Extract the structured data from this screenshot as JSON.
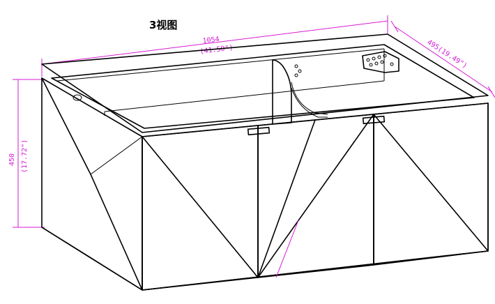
{
  "title": "3视图",
  "dimensions": {
    "width": {
      "mm": "1054",
      "inch": "(41.50\")"
    },
    "depth": {
      "label": "495(19.49\")"
    },
    "height": {
      "mm": "450",
      "inch": "(17.72\")"
    }
  },
  "colors": {
    "dimension": "#d61ad6",
    "line": "#000000",
    "background": "#ffffff"
  }
}
